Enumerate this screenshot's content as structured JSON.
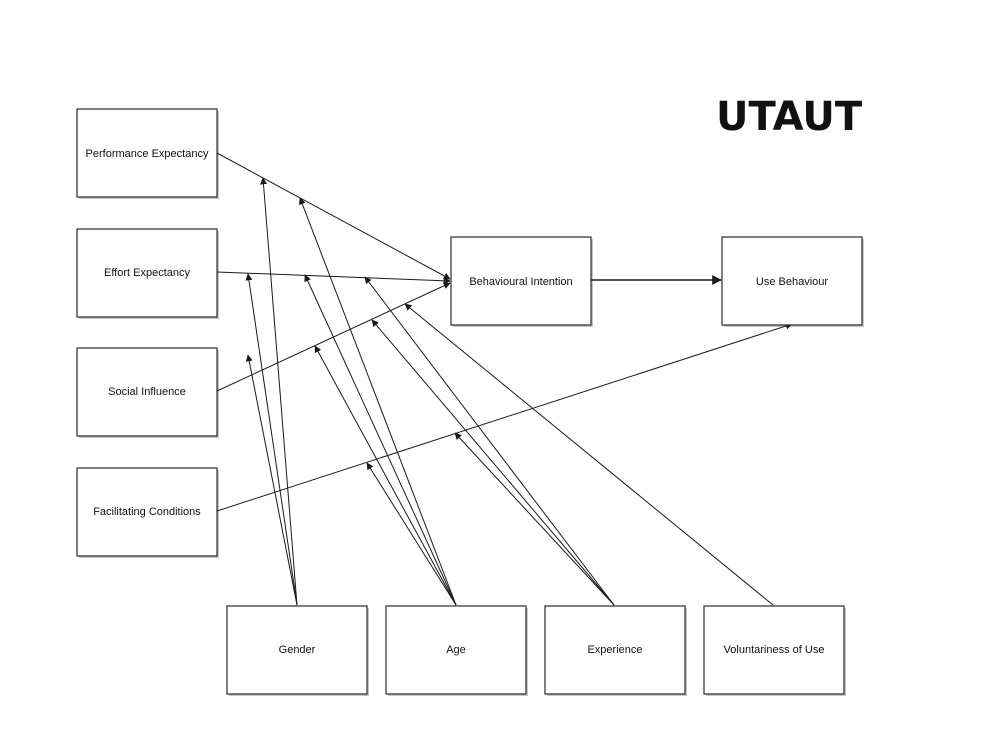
{
  "title": "UTAUT",
  "nodes": {
    "performance_expectancy": "Performance Expectancy",
    "effort_expectancy": "Effort Expectancy",
    "social_influence": "Social Influence",
    "facilitating_conditions": "Facilitating Conditions",
    "behavioural_intention": "Behavioural Intention",
    "use_behaviour": "Use Behaviour",
    "gender": "Gender",
    "age": "Age",
    "experience": "Experience",
    "voluntariness_of_use": "Voluntariness of Use"
  },
  "edges": [
    {
      "from": "performance_expectancy",
      "to": "behavioural_intention"
    },
    {
      "from": "effort_expectancy",
      "to": "behavioural_intention"
    },
    {
      "from": "social_influence",
      "to": "behavioural_intention"
    },
    {
      "from": "behavioural_intention",
      "to": "use_behaviour"
    },
    {
      "from": "facilitating_conditions",
      "to": "use_behaviour"
    },
    {
      "from": "gender",
      "to": "performance_expectancy_path",
      "moderates": true
    },
    {
      "from": "gender",
      "to": "effort_expectancy_path",
      "moderates": true
    },
    {
      "from": "gender",
      "to": "social_influence_path",
      "moderates": true
    },
    {
      "from": "age",
      "to": "performance_expectancy_path",
      "moderates": true
    },
    {
      "from": "age",
      "to": "effort_expectancy_path",
      "moderates": true
    },
    {
      "from": "age",
      "to": "social_influence_path",
      "moderates": true
    },
    {
      "from": "age",
      "to": "facilitating_conditions_path",
      "moderates": true
    },
    {
      "from": "experience",
      "to": "effort_expectancy_path",
      "moderates": true
    },
    {
      "from": "experience",
      "to": "social_influence_path",
      "moderates": true
    },
    {
      "from": "experience",
      "to": "facilitating_conditions_path",
      "moderates": true
    },
    {
      "from": "voluntariness_of_use",
      "to": "social_influence_path",
      "moderates": true
    }
  ]
}
